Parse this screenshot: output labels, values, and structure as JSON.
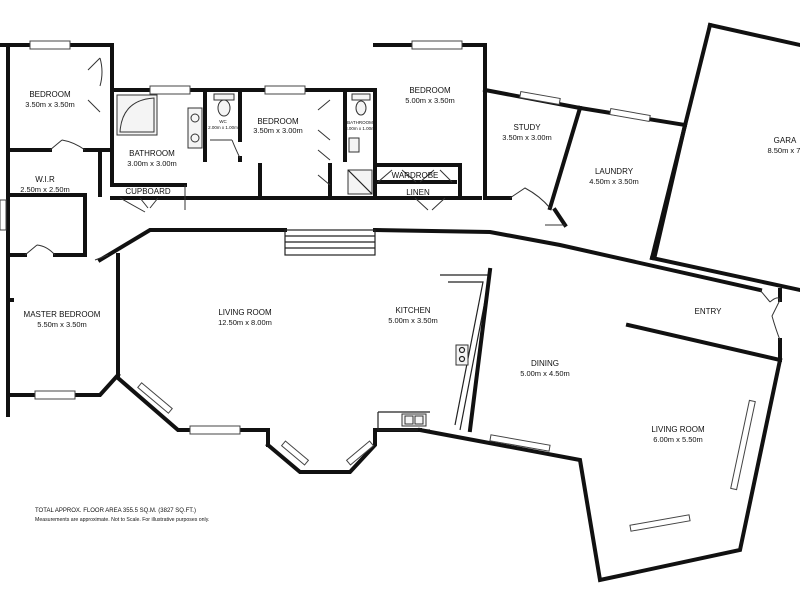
{
  "rooms": [
    {
      "id": "bedroom-1",
      "name": "BEDROOM",
      "dims": "3.50m x 3.50m"
    },
    {
      "id": "bathroom",
      "name": "BATHROOM",
      "dims": "3.00m x 3.00m"
    },
    {
      "id": "wc",
      "name": "WC",
      "dims": "2.00m x 1.00m"
    },
    {
      "id": "bedroom-2",
      "name": "BEDROOM",
      "dims": "3.50m x 3.00m"
    },
    {
      "id": "ensuite",
      "name": "BATHROOM",
      "dims": "3.00m x 1.00m"
    },
    {
      "id": "bedroom-3",
      "name": "BEDROOM",
      "dims": "5.00m x 3.50m"
    },
    {
      "id": "study",
      "name": "STUDY",
      "dims": "3.50m x 3.00m"
    },
    {
      "id": "laundry",
      "name": "LAUNDRY",
      "dims": "4.50m x 3.50m"
    },
    {
      "id": "garage",
      "name": "GARA",
      "dims": "8.50m x 7."
    },
    {
      "id": "wir",
      "name": "W.I.R",
      "dims": "2.50m x 2.50m"
    },
    {
      "id": "cupboard",
      "name": "CUPBOARD",
      "dims": ""
    },
    {
      "id": "wardrobe",
      "name": "WARDROBE",
      "dims": ""
    },
    {
      "id": "linen",
      "name": "LINEN",
      "dims": ""
    },
    {
      "id": "master-bedroom",
      "name": "MASTER BEDROOM",
      "dims": "5.50m x 3.50m"
    },
    {
      "id": "living-room-1",
      "name": "LIVING ROOM",
      "dims": "12.50m x 8.00m"
    },
    {
      "id": "kitchen",
      "name": "KITCHEN",
      "dims": "5.00m x 3.50m"
    },
    {
      "id": "dining",
      "name": "DINING",
      "dims": "5.00m x 4.50m"
    },
    {
      "id": "entry",
      "name": "ENTRY",
      "dims": ""
    },
    {
      "id": "living-room-2",
      "name": "LIVING ROOM",
      "dims": "6.00m x 5.50m"
    }
  ],
  "footer": {
    "area": "TOTAL APPROX. FLOOR AREA 355.5 SQ.M. (3827 SQ.FT.)",
    "disclaimer": "Measurements are approximate. Not to Scale. For illustrative purposes only."
  }
}
